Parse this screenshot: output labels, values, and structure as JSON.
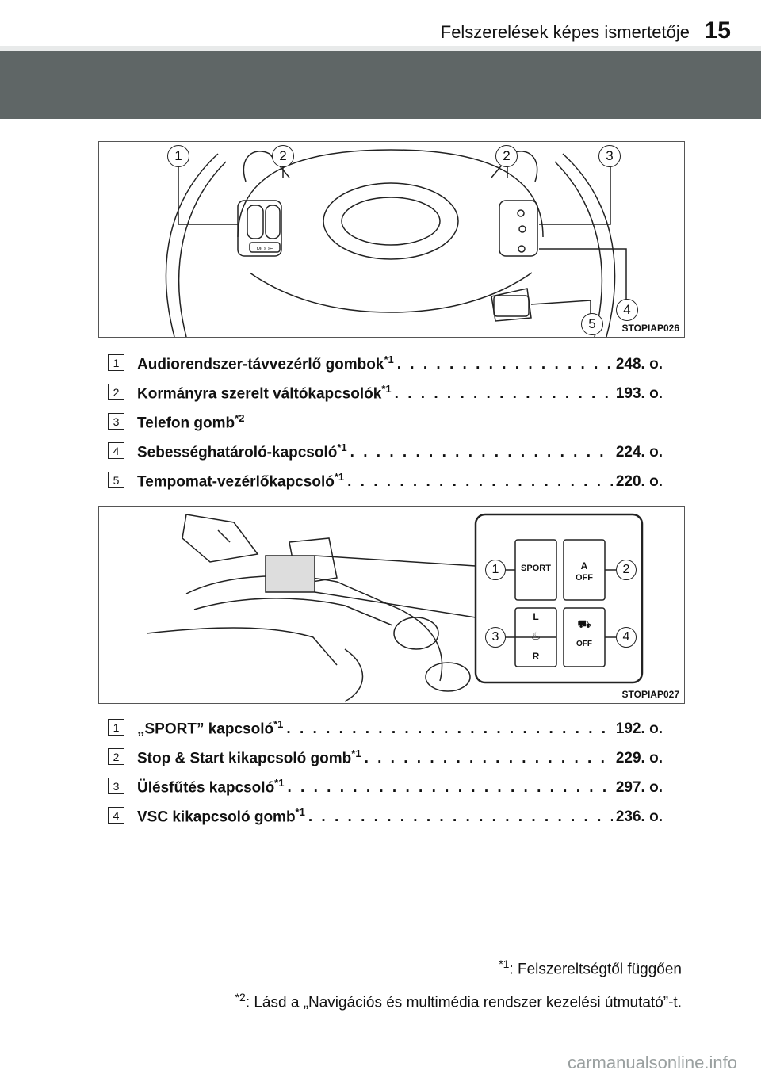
{
  "header": {
    "section_title": "Felszerelések képes ismertetője",
    "page_number": "15"
  },
  "figure1": {
    "code": "STOPIAP026",
    "callouts": [
      "1",
      "2",
      "2",
      "3",
      "4",
      "5"
    ],
    "mode_label": "MODE"
  },
  "list1": [
    {
      "num": "1",
      "label": "Audiorendszer-távvezérlő gombok",
      "sup": "*1",
      "page": "248. o."
    },
    {
      "num": "2",
      "label": "Kormányra szerelt váltókapcsolók",
      "sup": "*1",
      "page": "193. o."
    },
    {
      "num": "3",
      "label": "Telefon gomb",
      "sup": "*2",
      "page": ""
    },
    {
      "num": "4",
      "label": "Sebességhatároló-kapcsoló",
      "sup": "*1",
      "page": "224. o."
    },
    {
      "num": "5",
      "label": "Tempomat-vezérlőkapcsoló",
      "sup": "*1",
      "page": "220. o."
    }
  ],
  "figure2": {
    "code": "STOPIAP027",
    "callouts": [
      "1",
      "2",
      "3",
      "4"
    ],
    "sport": "SPORT",
    "a_letter": "A",
    "off": "OFF",
    "seat_l": "L",
    "seat_r": "R"
  },
  "list2": [
    {
      "num": "1",
      "label": "„SPORT” kapcsoló",
      "sup": "*1",
      "page": "192. o."
    },
    {
      "num": "2",
      "label": "Stop & Start kikapcsoló gomb",
      "sup": "*1",
      "page": "229. o."
    },
    {
      "num": "3",
      "label": "Ülésfűtés kapcsoló",
      "sup": "*1",
      "page": "297. o."
    },
    {
      "num": "4",
      "label": "VSC kikapcsoló gomb",
      "sup": "*1",
      "page": "236. o."
    }
  ],
  "footnotes": {
    "fn1_mark": "*1",
    "fn1_text": ": Felszereltségtől függően",
    "fn2_mark": "*2",
    "fn2_text": ": Lásd a „Navigációs és multimédia rendszer kezelési útmutató”-t."
  },
  "watermark": "carmanualsonline.info"
}
